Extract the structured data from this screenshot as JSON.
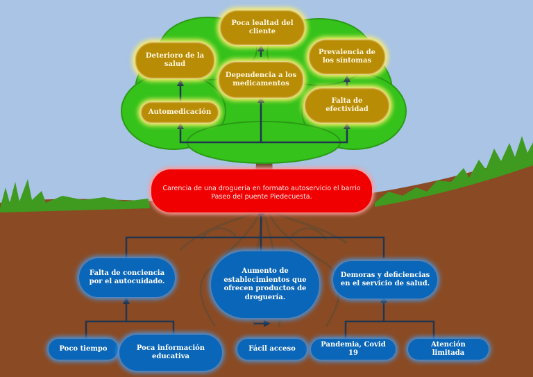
{
  "diagram": {
    "problem": "Carencia de una droguería en formato autoservicio el barrio Paseo del puente Piedecuesta.",
    "effects": {
      "poca_lealtad": "Poca lealtad del cliente",
      "deterioro_salud": "Deterioro de la salud",
      "prevalencia_sintomas": "Prevalencia de los síntomas",
      "dependencia_medicamentos": "Dependencia a los medicamentos",
      "automedicacion": "Automedicación",
      "falta_efectividad": "Falta de efectividad"
    },
    "causes": {
      "falta_conciencia": "Falta de conciencia por el autocuidado.",
      "aumento_establecimientos": "Aumento de establecimientos que ofrecen productos de droguería.",
      "demoras_deficiencias": "Demoras y deficiencias en el servicio de salud.",
      "poco_tiempo": "Poco tiempo",
      "poca_informacion": "Poca información educativa",
      "facil_acceso": "Fácil acceso",
      "pandemia": "Pandemia, Covid 19",
      "atencion_limitada": "Atención limitada"
    }
  },
  "colors": {
    "sky": "#a9c4e4",
    "soil": "#8a4b24",
    "grass": "#3e9b1f",
    "foliage": "#35c21b",
    "trunk": "#6b4a2e",
    "effect_box": "#b98c05",
    "problem_box": "#f00000",
    "cause_box": "#0a66b8",
    "connector": "#1f3550"
  }
}
